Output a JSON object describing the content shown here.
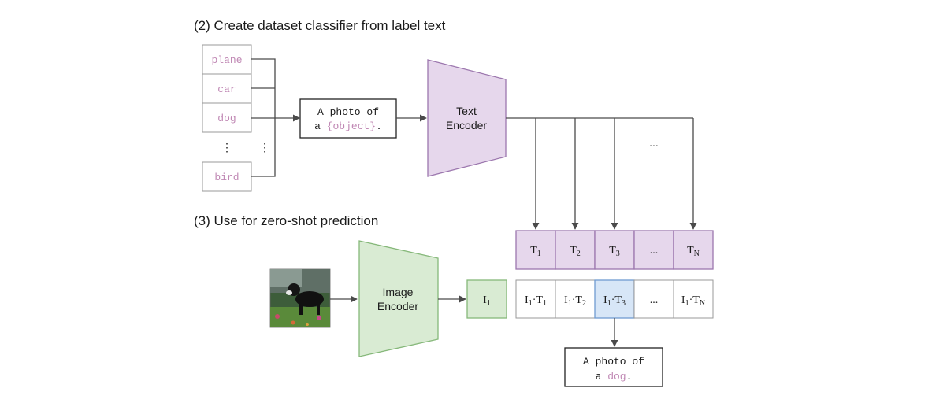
{
  "section2": {
    "heading": "(2) Create dataset classifier from label text",
    "labels": [
      "plane",
      "car",
      "dog",
      "bird"
    ],
    "ellipsis_vertical": "⋮",
    "prompt_line1": "A photo of",
    "prompt_line2_prefix": "a ",
    "prompt_placeholder": "{object}",
    "prompt_line2_suffix": ".",
    "text_encoder_line1": "Text",
    "text_encoder_line2": "Encoder",
    "ellipsis": "..."
  },
  "section3": {
    "heading": "(3) Use for zero-shot prediction",
    "image_encoder_line1": "Image",
    "image_encoder_line2": "Encoder",
    "image_embedding": {
      "base": "I",
      "sub": "1"
    },
    "text_embeddings": [
      {
        "base": "T",
        "sub": "1"
      },
      {
        "base": "T",
        "sub": "2"
      },
      {
        "base": "T",
        "sub": "3"
      },
      {
        "base": "...",
        "sub": ""
      },
      {
        "base": "T",
        "sub": "N"
      }
    ],
    "similarity_cells": [
      {
        "a": "I",
        "a_sub": "1",
        "dot": "·",
        "b": "T",
        "b_sub": "1"
      },
      {
        "a": "I",
        "a_sub": "1",
        "dot": "·",
        "b": "T",
        "b_sub": "2"
      },
      {
        "a": "I",
        "a_sub": "1",
        "dot": "·",
        "b": "T",
        "b_sub": "3"
      },
      {
        "a": "...",
        "a_sub": "",
        "dot": "",
        "b": "",
        "b_sub": ""
      },
      {
        "a": "I",
        "a_sub": "1",
        "dot": "·",
        "b": "T",
        "b_sub": "N"
      }
    ],
    "highlighted_cell_index": 2,
    "result_line1": "A photo of",
    "result_line2_prefix": "a ",
    "result_word": "dog",
    "result_line2_suffix": "."
  },
  "colors": {
    "text_encoder_fill": "#e6d7ec",
    "text_encoder_stroke": "#9c77ae",
    "image_encoder_fill": "#d9ebd3",
    "image_encoder_stroke": "#86b87a",
    "highlight_fill": "#d7e6f7",
    "highlight_stroke": "#6f9bd1",
    "label_text": "#c088b4"
  }
}
